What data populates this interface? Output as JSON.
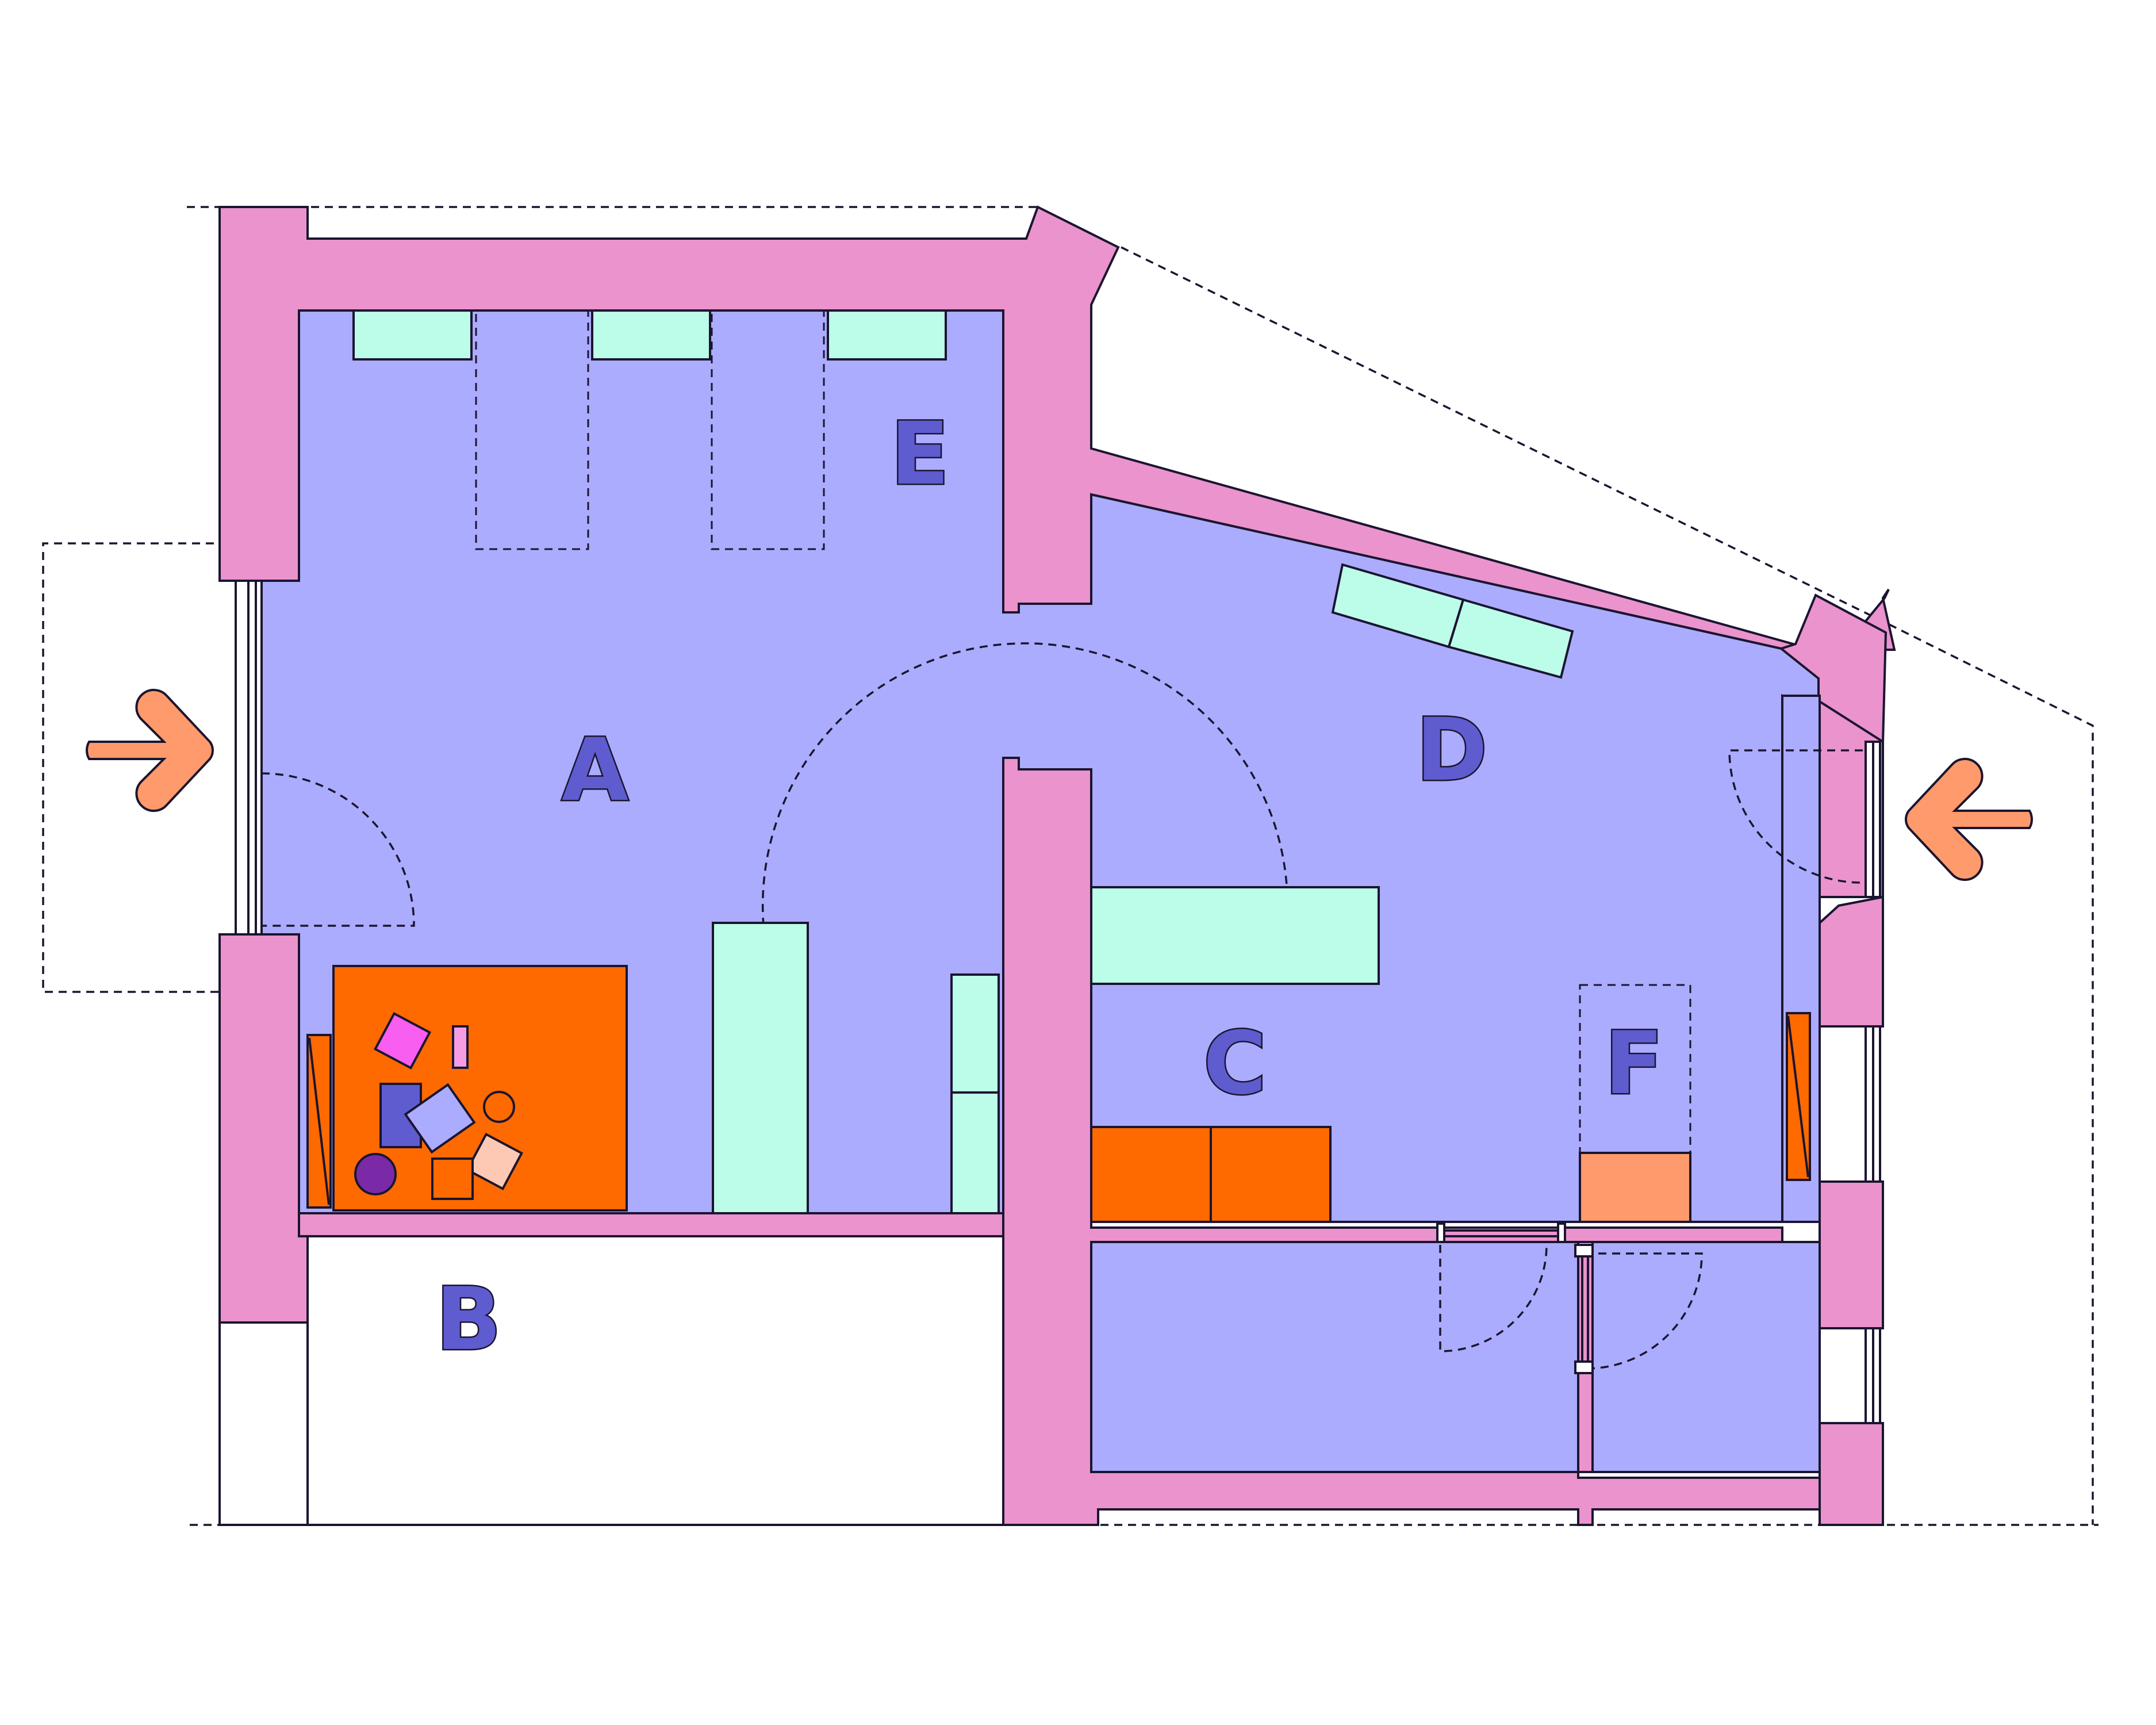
{
  "rooms": [
    {
      "id": "A",
      "label": "A"
    },
    {
      "id": "B",
      "label": "B"
    },
    {
      "id": "C",
      "label": "C"
    },
    {
      "id": "D",
      "label": "D"
    },
    {
      "id": "E",
      "label": "E"
    },
    {
      "id": "F",
      "label": "F"
    }
  ],
  "entrances": [
    {
      "name": "left-entrance",
      "icon": "arrow-right-icon"
    },
    {
      "name": "right-entrance",
      "icon": "arrow-left-icon"
    }
  ],
  "colors": {
    "wall": "#ea93cd",
    "floor": "#abacfd",
    "furniture_mint": "#bcfde9",
    "furniture_orange": "#fe6a00",
    "accent_peach": "#fe9a6b",
    "label": "#5f5cd0",
    "outline": "#1b1530"
  }
}
